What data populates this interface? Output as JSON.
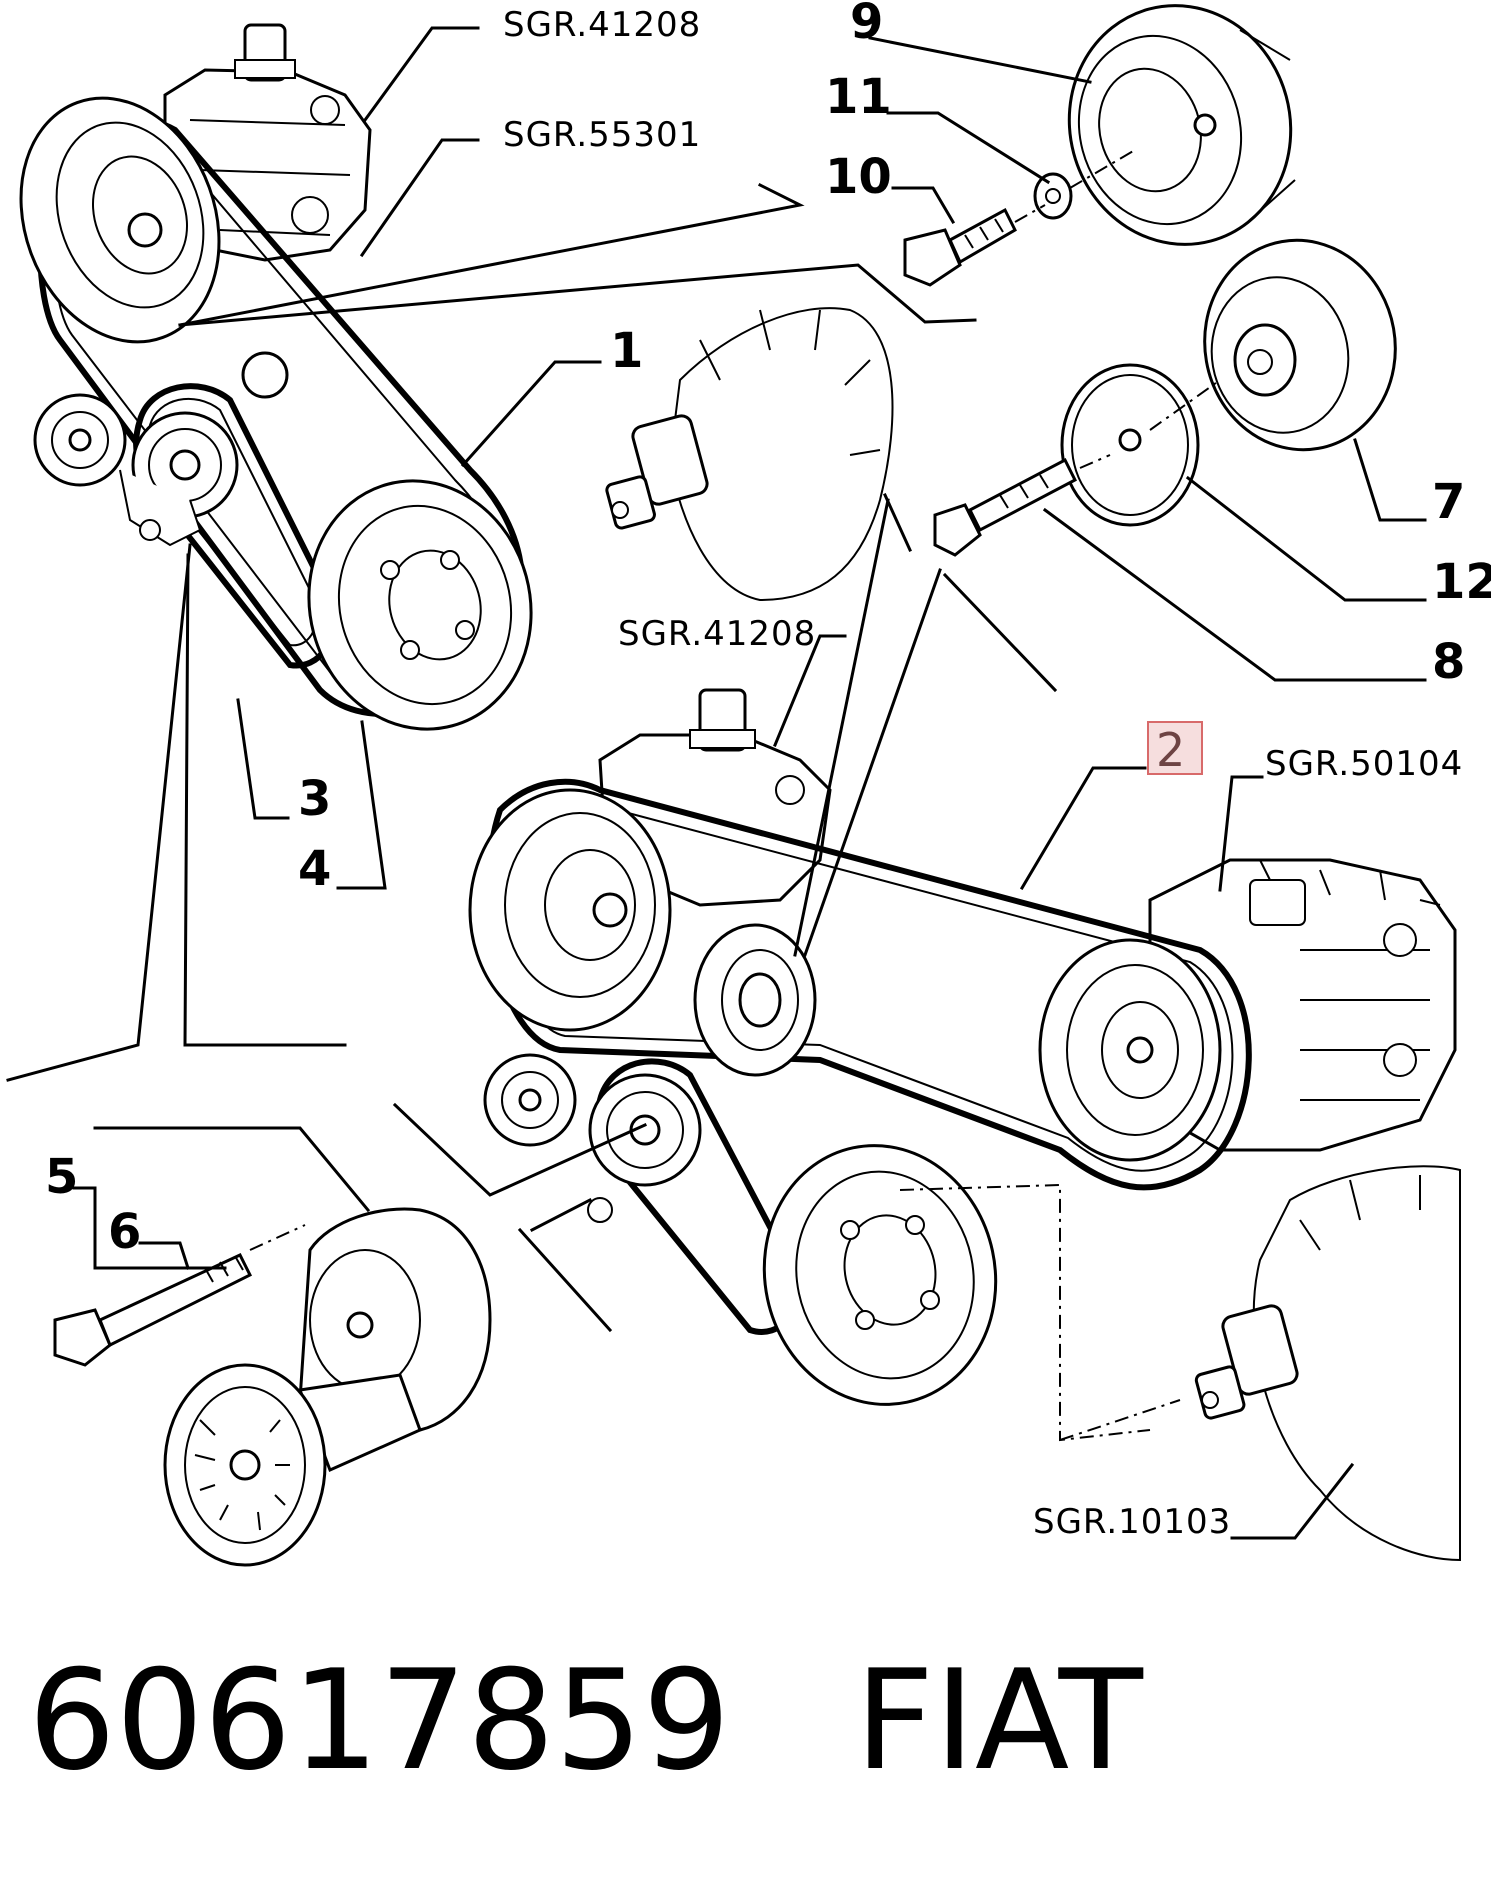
{
  "labels": {
    "n1": "1",
    "n2": "2",
    "n3": "3",
    "n4": "4",
    "n5": "5",
    "n6": "6",
    "n7": "7",
    "n8": "8",
    "n9": "9",
    "n10": "10",
    "n11": "11",
    "n12": "12"
  },
  "references": {
    "r1": "SGR.41208",
    "r2": "SGR.55301",
    "r3": "SGR.41208",
    "r4": "SGR.50104",
    "r5": "SGR.10103"
  },
  "highlight": {
    "label": "2",
    "color": "#d86a6a"
  },
  "footer": {
    "part_number": "60617859",
    "brand": "FIAT"
  }
}
